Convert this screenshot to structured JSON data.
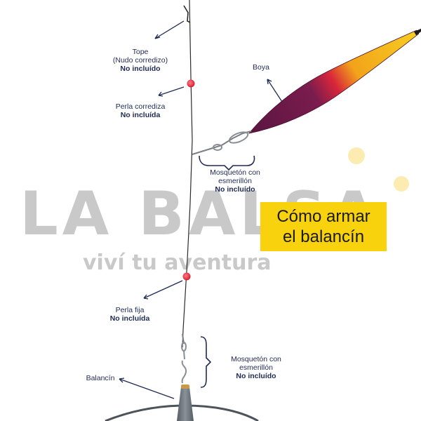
{
  "watermark": {
    "brand": "LA BALSA",
    "tagline": "viví tu aventura"
  },
  "headline": {
    "line1": "Cómo armar",
    "line2": "el balancín"
  },
  "labels": {
    "tope": {
      "line1": "Tope",
      "line2": "(Nudo corredizo)",
      "note": "No incluído"
    },
    "perla_corrediza": {
      "line1": "Perla corrediza",
      "note": "No incluída"
    },
    "boya": {
      "line1": "Boya"
    },
    "mosqueton_1": {
      "line1": "Mosquetón con",
      "line2": "esmerillón",
      "note": "No incluído"
    },
    "perla_fija": {
      "line1": "Perla fija",
      "note": "No incluída"
    },
    "mosqueton_2": {
      "line1": "Mosquetón con",
      "line2": "esmerillón",
      "note": "No incluído"
    },
    "balancin": {
      "line1": "Balancín"
    }
  },
  "colors": {
    "accent_yellow": "#f9d20e",
    "navy_text": "#1f2a55",
    "watermark_gray": "#c9c9c9",
    "bead_red": "#e8303f",
    "float_yellow": "#f5c518",
    "float_purple": "#6d1b4a",
    "float_red": "#d6263a",
    "sinker_gray": "#6f7780"
  }
}
